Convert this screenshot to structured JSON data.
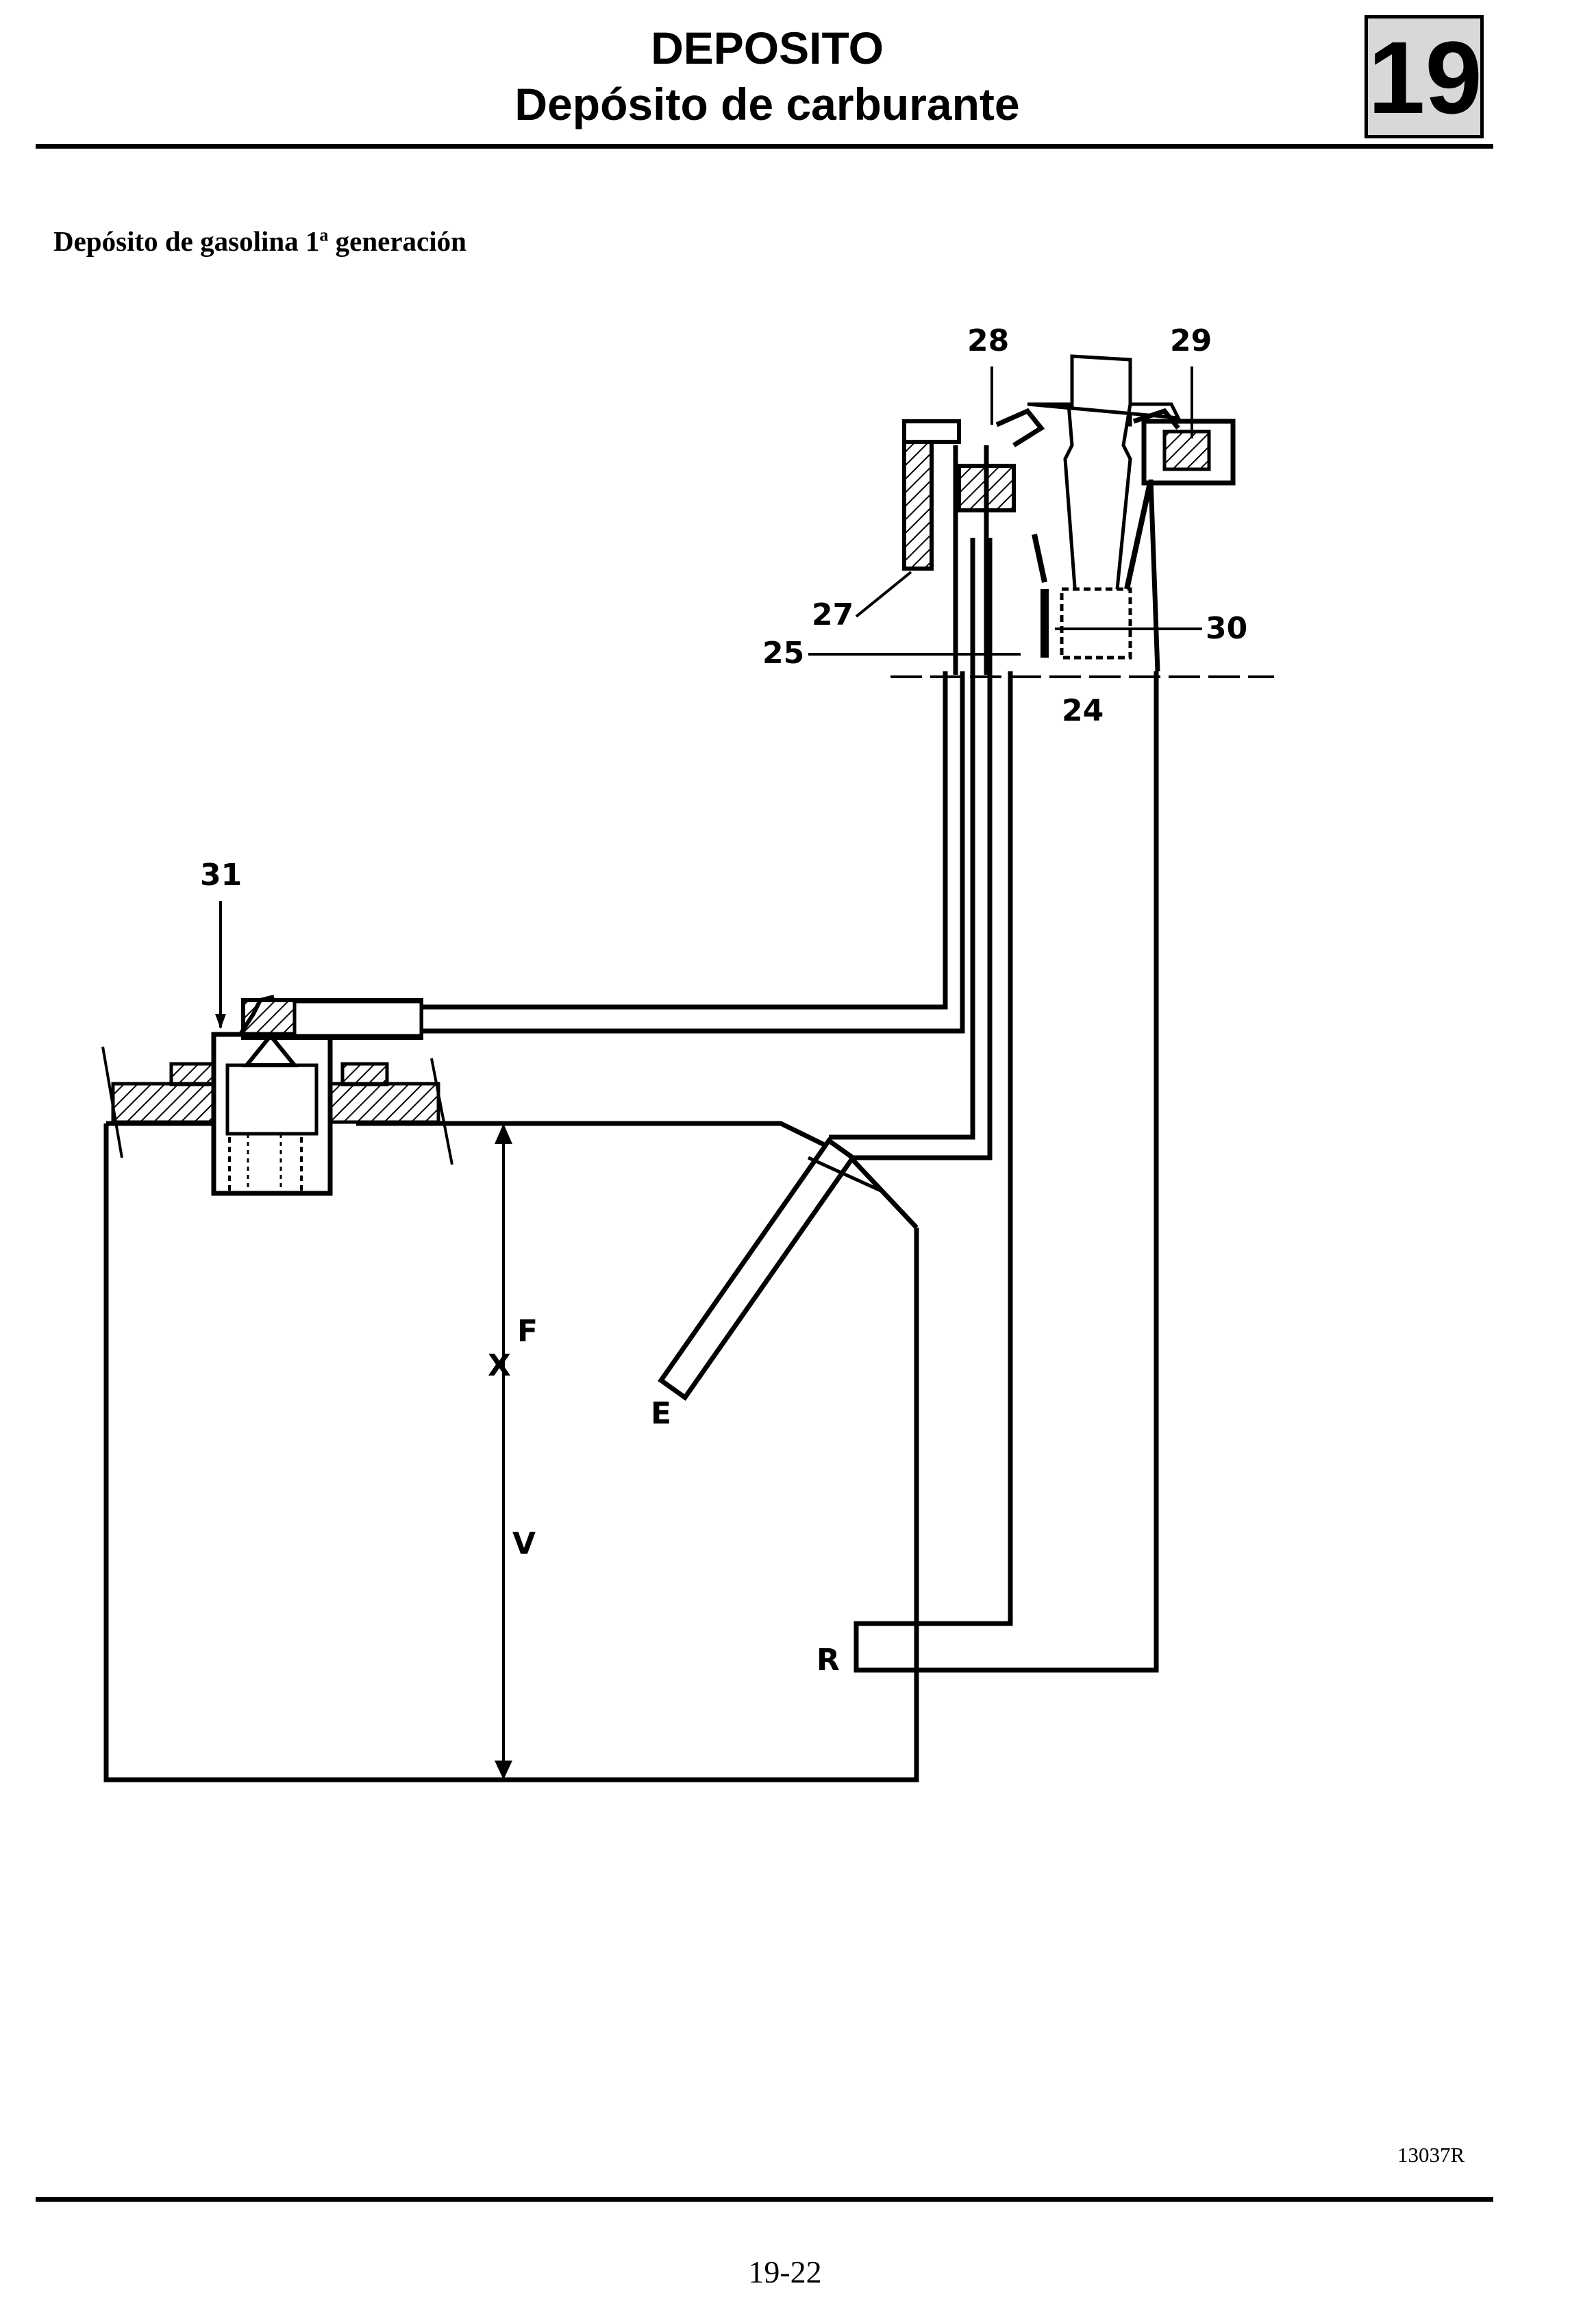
{
  "header": {
    "title_line1": "DEPOSITO",
    "title_line2": "Depósito de carburante",
    "chapter_number": "19"
  },
  "section": {
    "title_main": "Depósito de gasolina 1",
    "title_superscript": "a",
    "title_tail": " generación"
  },
  "diagram": {
    "labels": {
      "l24": "24",
      "l25": "25",
      "l27": "27",
      "l28": "28",
      "l29": "29",
      "l30": "30",
      "l31": "31",
      "lE": "E",
      "lF": "F",
      "lV": "V",
      "lR": "R",
      "lX": "X"
    }
  },
  "footer": {
    "reference": "13037R",
    "page_number": "19-22"
  }
}
